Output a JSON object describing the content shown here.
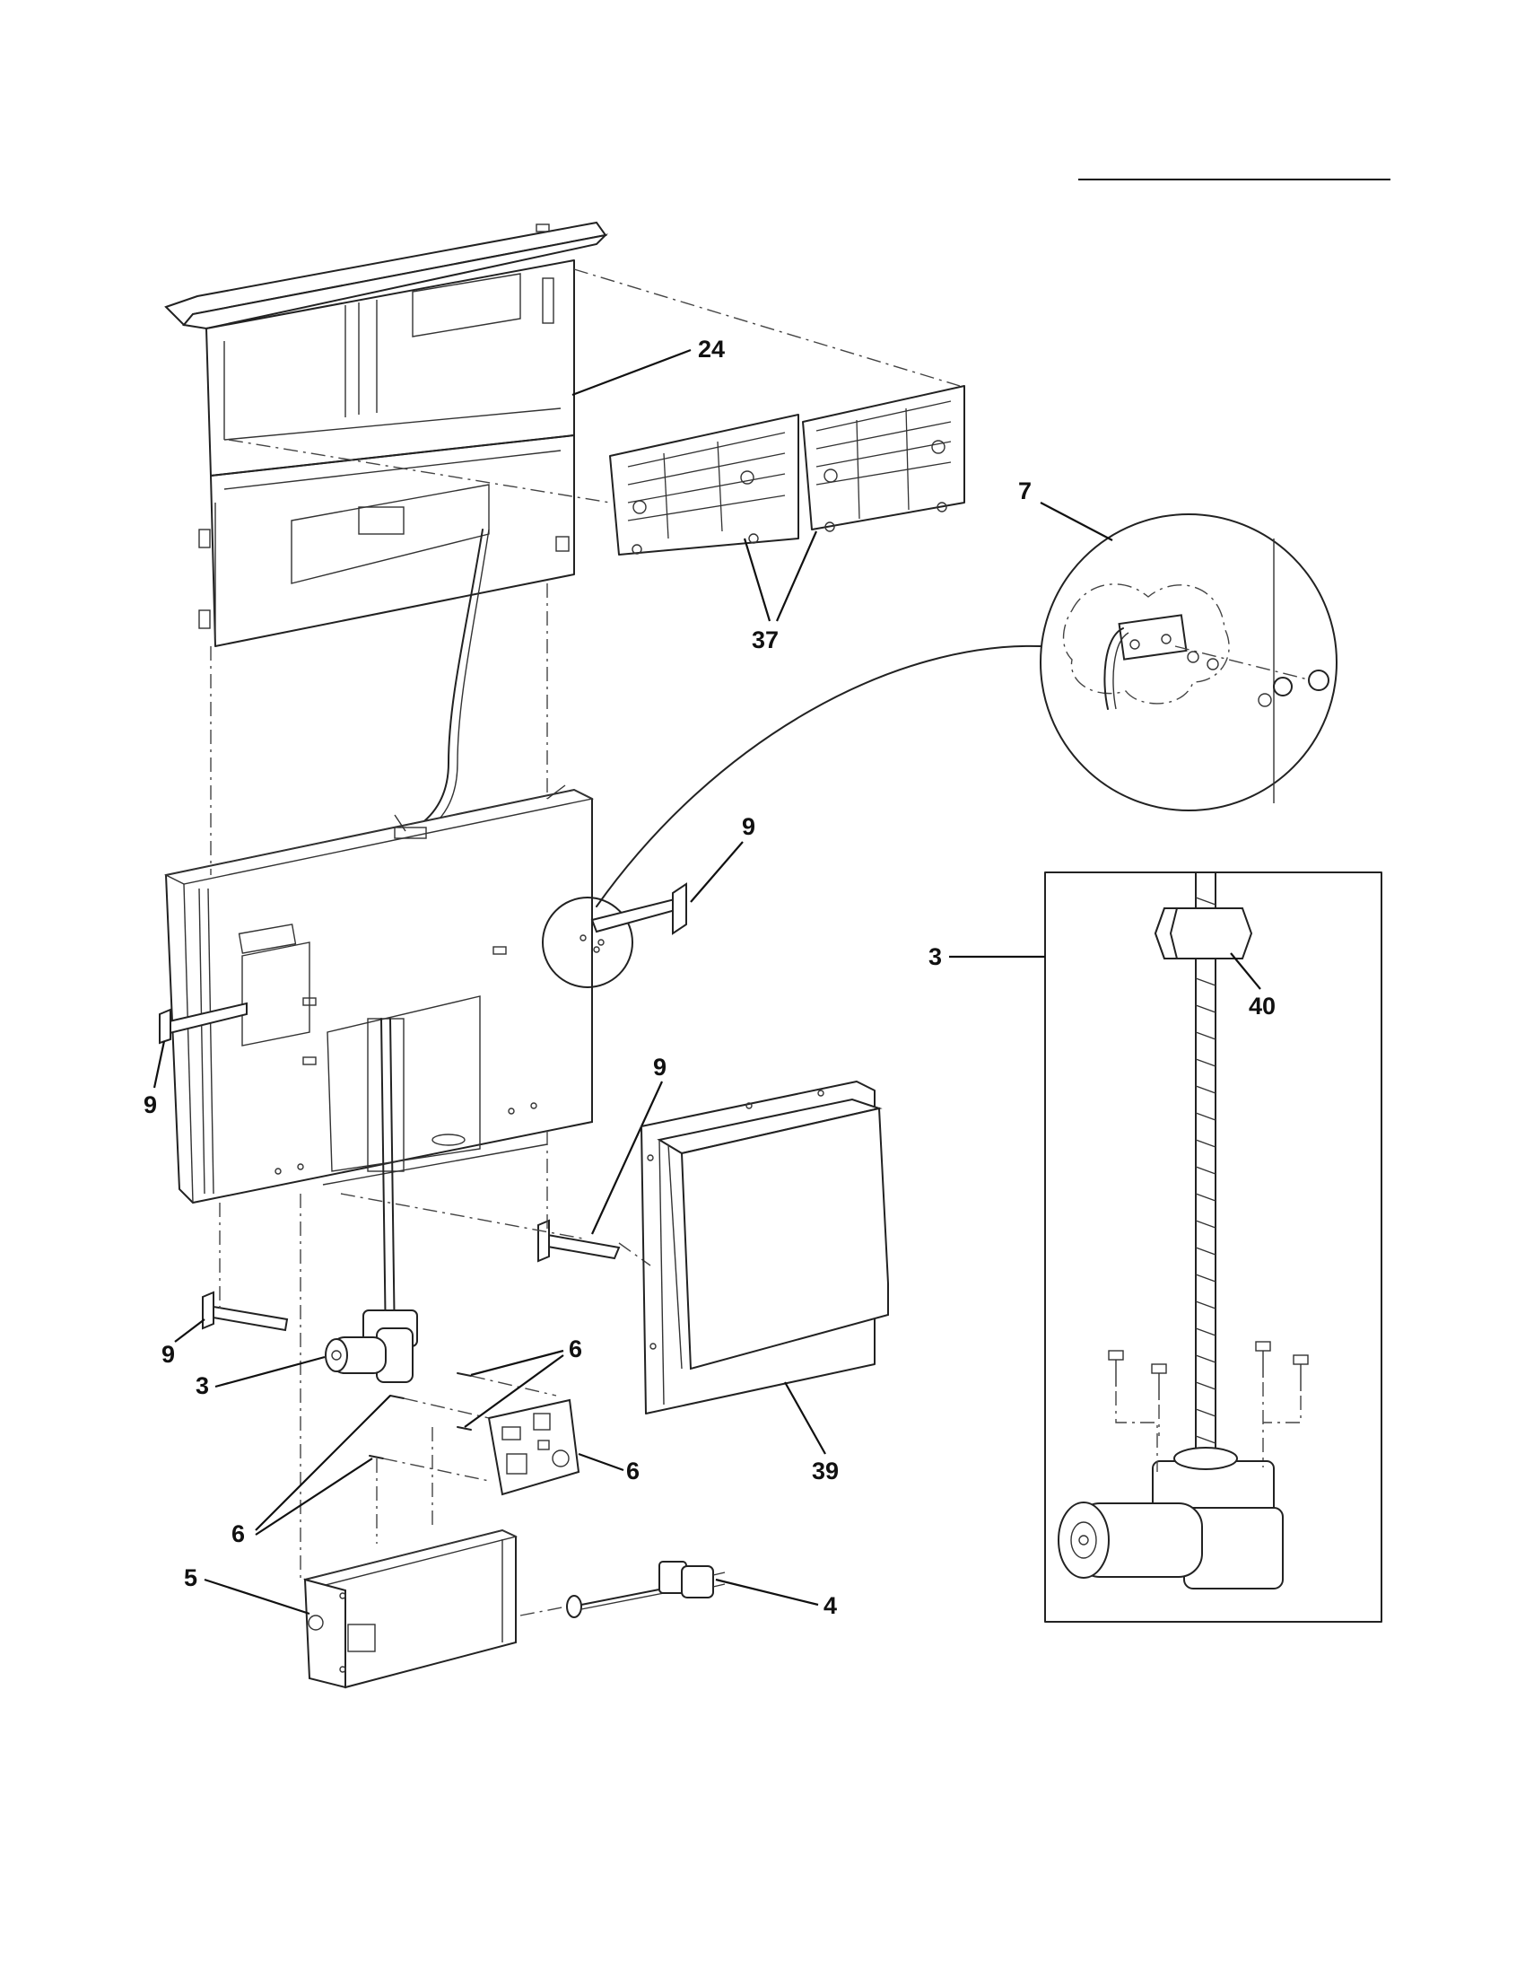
{
  "header": {
    "title": ""
  },
  "callouts": {
    "c24": "24",
    "c37": "37",
    "c7": "7",
    "c9a": "9",
    "c9b": "9",
    "c9c": "9",
    "c9d": "9",
    "c3a": "3",
    "c3b": "3",
    "c40": "40",
    "c39": "39",
    "c6a": "6",
    "c6b": "6",
    "c6c": "6",
    "c5": "5",
    "c4": "4"
  }
}
